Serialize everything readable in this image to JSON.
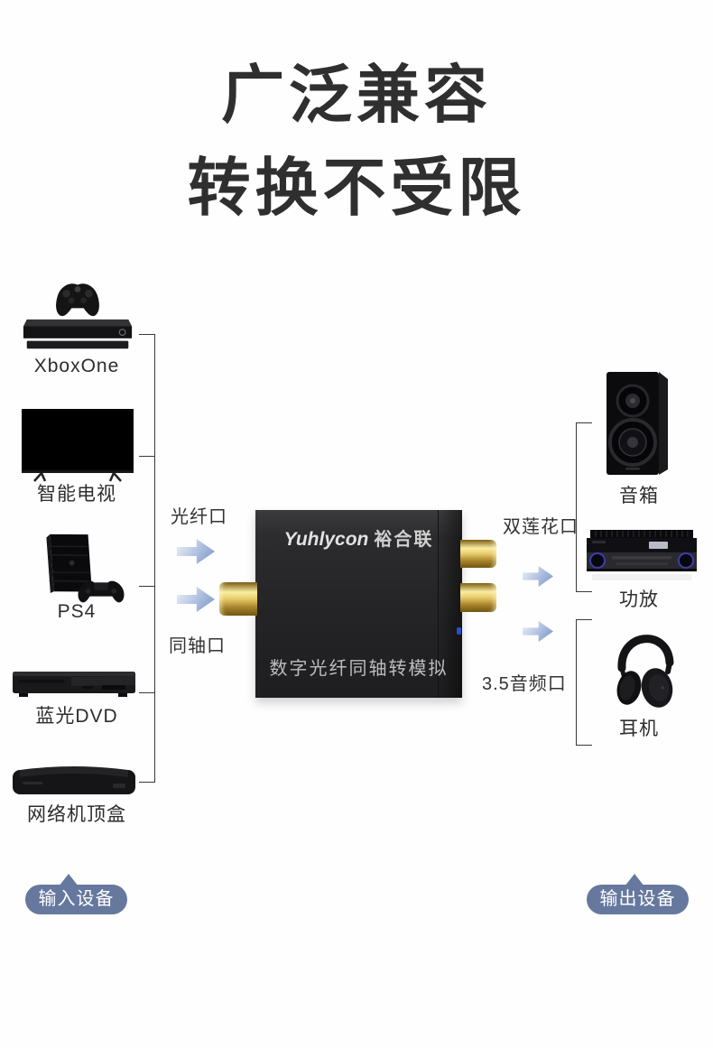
{
  "title": {
    "line1": "广泛兼容",
    "line2": "转换不受限"
  },
  "input_devices": [
    {
      "icon": "xbox-one",
      "label": "XboxOne"
    },
    {
      "icon": "smart-tv",
      "label": "智能电视"
    },
    {
      "icon": "ps4",
      "label": "PS4"
    },
    {
      "icon": "blu-ray-dvd",
      "label": "蓝光DVD"
    },
    {
      "icon": "set-top-box",
      "label": "网络机顶盒"
    }
  ],
  "output_devices": [
    {
      "icon": "speaker",
      "label": "音箱"
    },
    {
      "icon": "amplifier",
      "label": "功放"
    },
    {
      "icon": "headphones",
      "label": "耳机"
    }
  ],
  "converter": {
    "brand_logo": "Yuhlycon",
    "brand_cn": "裕合联",
    "product_text": "数字光纤同轴转模拟"
  },
  "ports": {
    "optical": "光纤口",
    "coaxial": "同轴口",
    "rca": "双莲花口",
    "audio35": "3.5音频口"
  },
  "footer": {
    "input_badge": "输入设备",
    "output_badge": "输出设备"
  },
  "colors": {
    "title_color": "#2f2f2f",
    "badge_color": "#66789e",
    "arrow_from": "#e9eef7",
    "arrow_to": "#7d98ca",
    "gold_connector": "#e7cb6a",
    "led_blue": "#2a4fd0"
  }
}
